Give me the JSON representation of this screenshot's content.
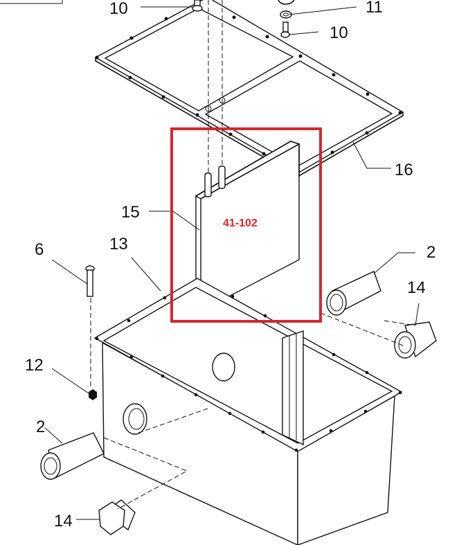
{
  "diagram": {
    "callouts": {
      "top_screw_left": "10",
      "washer": "11",
      "top_screw_right": "10",
      "lid_gasket": "16",
      "divider_plate": "15",
      "long_bolt": "6",
      "tank_gasket": "13",
      "fitting_right": "2",
      "plug_right": "14",
      "nut": "12",
      "fitting_left": "2",
      "plug_left": "14"
    },
    "highlight": {
      "part_number": "41-102",
      "color": "#d7262e"
    }
  }
}
